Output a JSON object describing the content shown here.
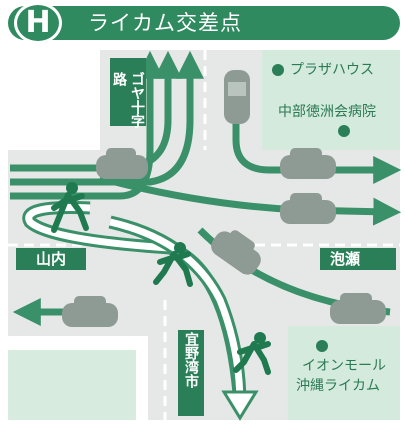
{
  "header": {
    "badge_letter": "H",
    "title": "ライカム交差点"
  },
  "landmarks": {
    "plaza_house": "プラザハウス",
    "chubu_hospital": "中部徳洲会病院",
    "aeon_mall_line1": "イオンモール",
    "aeon_mall_line2": "沖縄ライカム"
  },
  "direction_signs": {
    "north": "ゴヤ十字路",
    "west": "山内",
    "east": "泡瀬",
    "south": "宜野湾市"
  },
  "colors": {
    "brand_green": "#2f8a5f",
    "road_gray": "#e3e6e4",
    "block_green": "#cfe7d8",
    "arrow_green": "#3a9068",
    "car_gray": "#8a9a92"
  }
}
